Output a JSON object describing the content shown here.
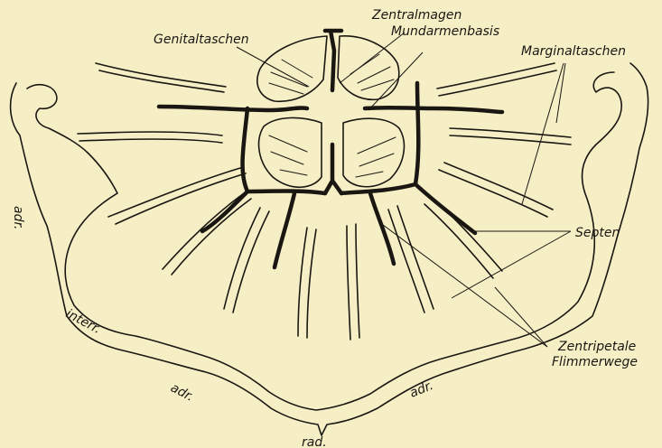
{
  "figure": {
    "labels": {
      "zentralmagen": "Zentralmagen",
      "mundarmenbasis": "Mundarmenbasis",
      "genitaltaschen": "Genitaltaschen",
      "marginaltaschen": "Marginaltaschen",
      "septen": "Septen",
      "zentripetale_1": "Zentripetale",
      "zentripetale_2": "Flimmerwege",
      "adr_left": "adr.",
      "interr": "interr.",
      "adr_bottom_left": "adr.",
      "adr_bottom_right": "adr.",
      "rad": "rad."
    },
    "colors": {
      "paper": "#f6efc6",
      "ink": "#1a1712"
    }
  }
}
